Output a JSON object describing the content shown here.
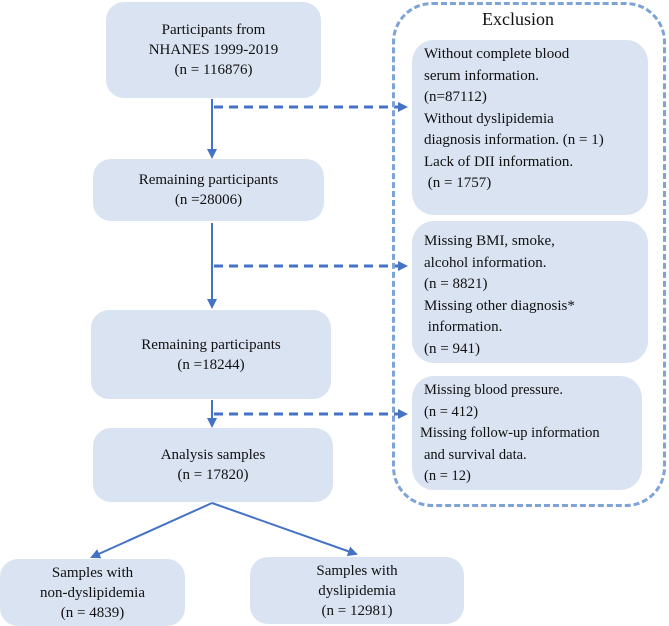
{
  "colors": {
    "box_fill": "#dae3f1",
    "arrow": "#4472c4",
    "exclusion_border": "#7ea3d6"
  },
  "exclusion": {
    "title": "Exclusion",
    "box1": [
      "Without complete blood",
      "serum information.",
      "(n=87112)",
      "Without dyslipidemia",
      "diagnosis information. (n = 1)",
      "Lack of DII information.",
      " (n = 1757)"
    ],
    "box2": [
      "Missing BMI, smoke,",
      "alcohol information.",
      "(n = 8821)",
      "Missing other diagnosis*",
      " information.",
      "(n = 941)"
    ],
    "box3": [
      "Missing blood pressure.",
      "(n = 412)",
      "Missing follow-up information",
      "and survival data.",
      "(n = 12)"
    ]
  },
  "flow": {
    "start": [
      "Participants from",
      "NHANES 1999-2019",
      "(n = 116876)"
    ],
    "remaining1": [
      "Remaining participants",
      "(n =28006)"
    ],
    "remaining2": [
      "Remaining participants",
      "(n =18244)"
    ],
    "analysis": [
      "Analysis samples",
      "(n = 17820)"
    ],
    "non_dys": [
      "Samples with",
      "non-dyslipidemia",
      "(n = 4839)"
    ],
    "dys": [
      "Samples with",
      "dyslipidemia",
      "(n = 12981)"
    ]
  }
}
